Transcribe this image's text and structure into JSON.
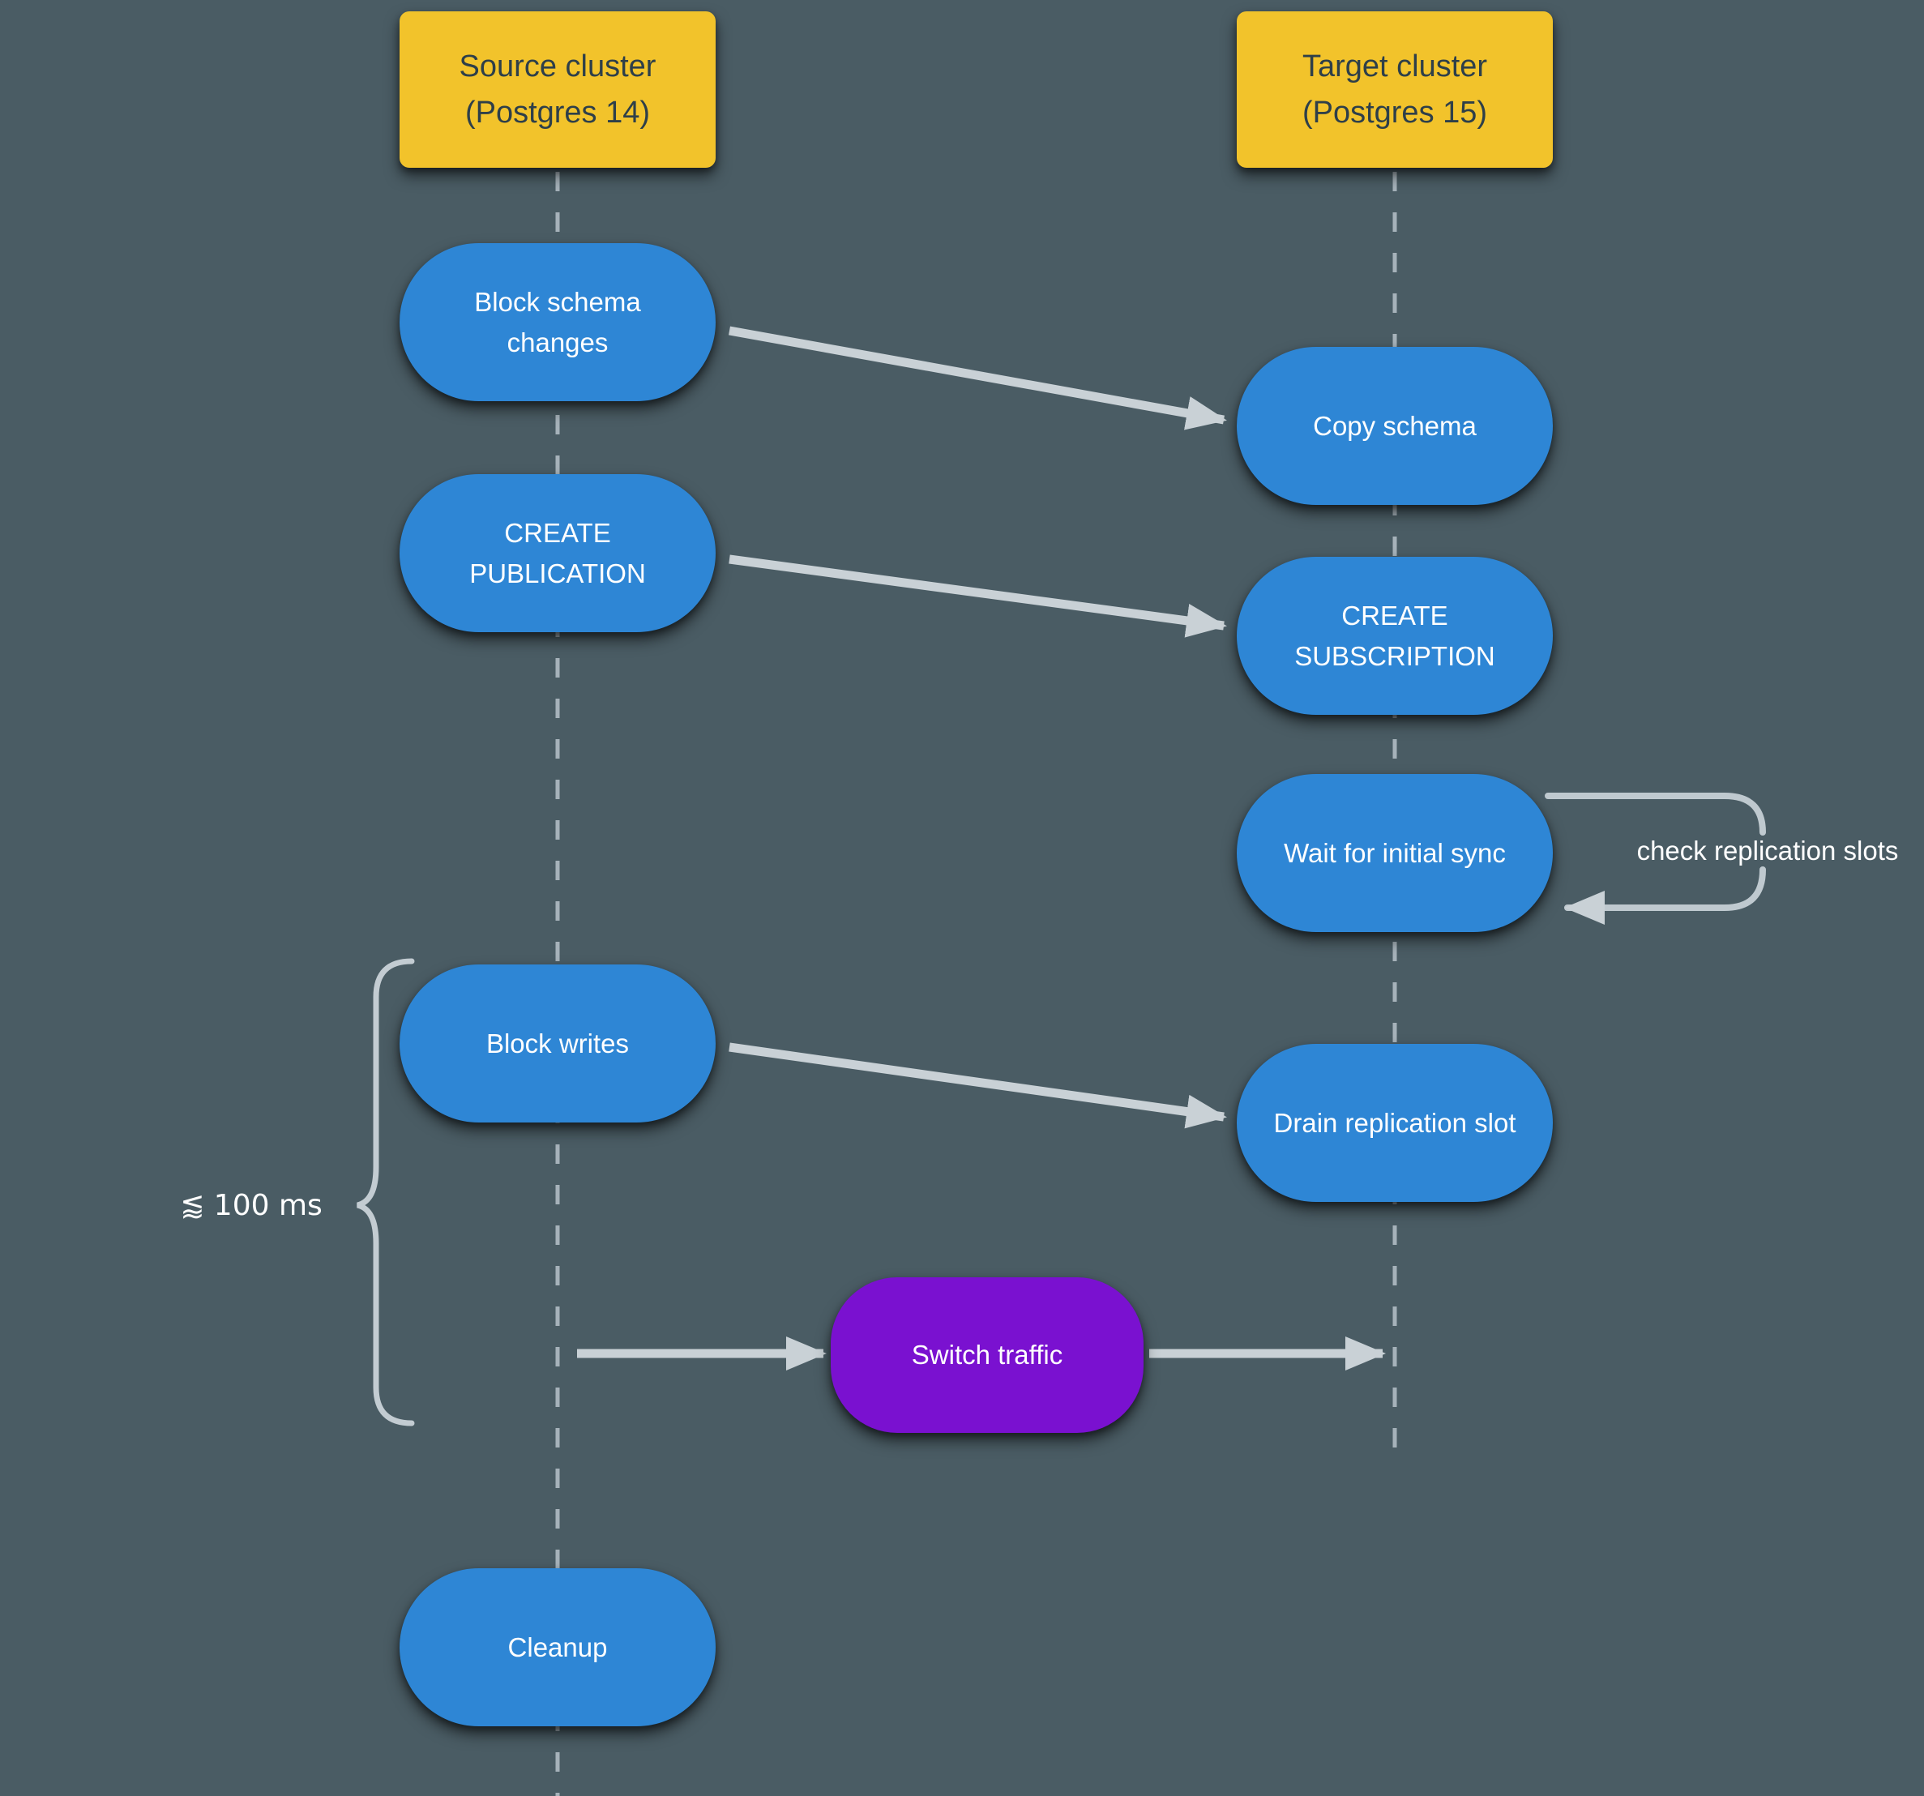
{
  "colors": {
    "background": "#4a5c64",
    "cluster_box": "#f2c32b",
    "cluster_text": "#2e3f49",
    "step_pill": "#2e86d5",
    "action_pill": "#7a11d0",
    "pill_text": "#ffffff",
    "arrow": "#c9d1d6",
    "lifeline": "#a6b2ba",
    "brace": "#c3ccd2"
  },
  "clusters": {
    "source": {
      "label": "Source cluster\n(Postgres 14)"
    },
    "target": {
      "label": "Target cluster\n(Postgres 15)"
    }
  },
  "steps": {
    "block_schema_changes": {
      "label": "Block schema\nchanges",
      "lane": "source"
    },
    "create_publication": {
      "label": "CREATE\nPUBLICATION",
      "lane": "source"
    },
    "block_writes": {
      "label": "Block writes",
      "lane": "source"
    },
    "cleanup": {
      "label": "Cleanup",
      "lane": "source"
    },
    "copy_schema": {
      "label": "Copy schema",
      "lane": "target"
    },
    "create_subscription": {
      "label": "CREATE\nSUBSCRIPTION",
      "lane": "target"
    },
    "wait_for_initial_sync": {
      "label": "Wait for initial sync",
      "lane": "target"
    },
    "drain_replication_slot": {
      "label": "Drain replication slot",
      "lane": "target"
    },
    "switch_traffic": {
      "label": "Switch traffic",
      "lane": "middle"
    }
  },
  "annotations": {
    "loop_label": "check replication slots",
    "brace_label": "⪅ 100 ms"
  },
  "edges": [
    {
      "from": "Block schema changes",
      "to": "Copy schema"
    },
    {
      "from": "CREATE PUBLICATION",
      "to": "CREATE SUBSCRIPTION"
    },
    {
      "from": "Wait for initial sync",
      "to": "Wait for initial sync",
      "label": "check replication slots"
    },
    {
      "from": "Block writes",
      "to": "Drain replication slot"
    },
    {
      "from": "source lifeline",
      "to": "Switch traffic"
    },
    {
      "from": "Switch traffic",
      "to": "target lifeline"
    }
  ]
}
